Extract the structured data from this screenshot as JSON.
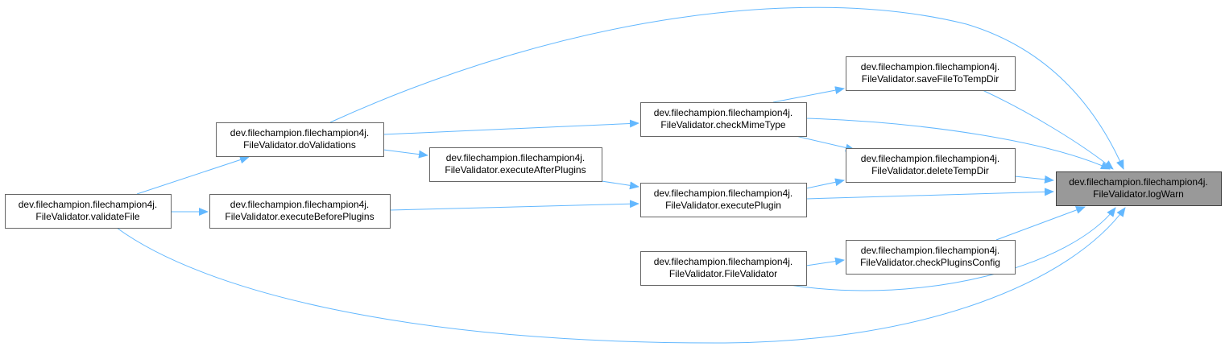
{
  "colors": {
    "edge": "#63b8ff",
    "node_fill": "#ffffff",
    "node_border": "#666666",
    "target_fill": "#999999"
  },
  "nodes": [
    {
      "id": "logWarn",
      "lines": [
        "dev.filechampion.filechampion4j.",
        "FileValidator.logWarn"
      ],
      "target": true
    },
    {
      "id": "saveFileToTempDir",
      "lines": [
        "dev.filechampion.filechampion4j.",
        "FileValidator.saveFileToTempDir"
      ]
    },
    {
      "id": "checkMimeType",
      "lines": [
        "dev.filechampion.filechampion4j.",
        "FileValidator.checkMimeType"
      ]
    },
    {
      "id": "deleteTempDir",
      "lines": [
        "dev.filechampion.filechampion4j.",
        "FileValidator.deleteTempDir"
      ]
    },
    {
      "id": "executePlugin",
      "lines": [
        "dev.filechampion.filechampion4j.",
        "FileValidator.executePlugin"
      ]
    },
    {
      "id": "checkPluginsConfig",
      "lines": [
        "dev.filechampion.filechampion4j.",
        "FileValidator.checkPluginsConfig"
      ]
    },
    {
      "id": "FileValidator",
      "lines": [
        "dev.filechampion.filechampion4j.",
        "FileValidator.FileValidator"
      ]
    },
    {
      "id": "doValidations",
      "lines": [
        "dev.filechampion.filechampion4j.",
        "FileValidator.doValidations"
      ]
    },
    {
      "id": "executeAfterPlugins",
      "lines": [
        "dev.filechampion.filechampion4j.",
        "FileValidator.executeAfterPlugins"
      ]
    },
    {
      "id": "executeBeforePlugins",
      "lines": [
        "dev.filechampion.filechampion4j.",
        "FileValidator.executeBeforePlugins"
      ]
    },
    {
      "id": "validateFile",
      "lines": [
        "dev.filechampion.filechampion4j.",
        "FileValidator.validateFile"
      ]
    }
  ],
  "edges": [
    {
      "from": "saveFileToTempDir",
      "to": "logWarn"
    },
    {
      "from": "checkMimeType",
      "to": "logWarn"
    },
    {
      "from": "deleteTempDir",
      "to": "logWarn"
    },
    {
      "from": "executePlugin",
      "to": "logWarn"
    },
    {
      "from": "checkPluginsConfig",
      "to": "logWarn"
    },
    {
      "from": "FileValidator",
      "to": "logWarn"
    },
    {
      "from": "doValidations",
      "to": "logWarn"
    },
    {
      "from": "validateFile",
      "to": "logWarn"
    },
    {
      "from": "checkMimeType",
      "to": "saveFileToTempDir"
    },
    {
      "from": "checkMimeType",
      "to": "deleteTempDir"
    },
    {
      "from": "executePlugin",
      "to": "deleteTempDir"
    },
    {
      "from": "doValidations",
      "to": "checkMimeType"
    },
    {
      "from": "doValidations",
      "to": "executeAfterPlugins"
    },
    {
      "from": "executeAfterPlugins",
      "to": "executePlugin"
    },
    {
      "from": "executeBeforePlugins",
      "to": "executePlugin"
    },
    {
      "from": "FileValidator",
      "to": "checkPluginsConfig"
    },
    {
      "from": "validateFile",
      "to": "doValidations"
    },
    {
      "from": "validateFile",
      "to": "executeBeforePlugins"
    }
  ]
}
